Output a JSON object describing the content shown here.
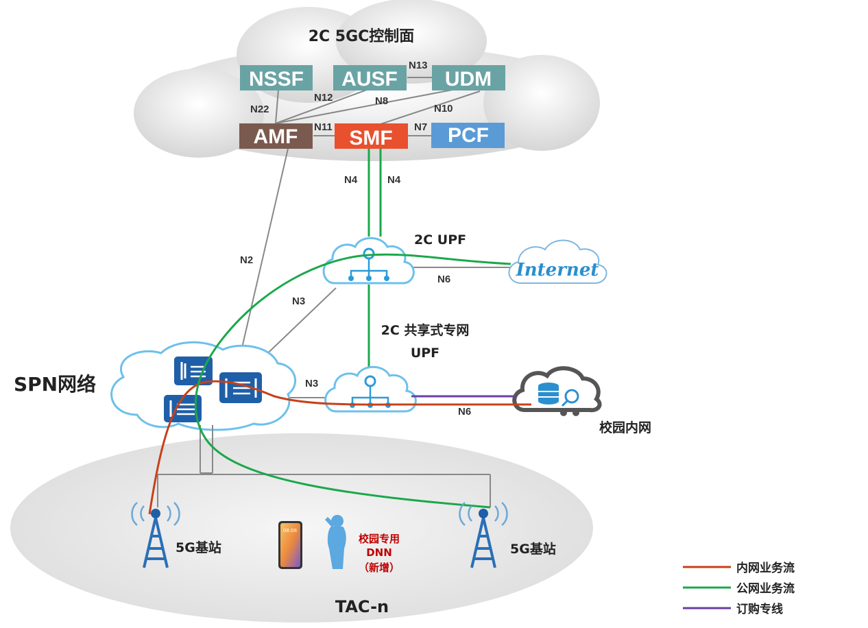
{
  "title": "2C 5GC控制面",
  "nf": {
    "nssf": "NSSF",
    "ausf": "AUSF",
    "udm": "UDM",
    "amf": "AMF",
    "smf": "SMF",
    "pcf": "PCF"
  },
  "interfaces": {
    "n13": "N13",
    "n12": "N12",
    "n8": "N8",
    "n10": "N10",
    "n22": "N22",
    "n11": "N11",
    "n7": "N7",
    "n4a": "N4",
    "n4b": "N4",
    "n2": "N2",
    "n3a": "N3",
    "n3b": "N3",
    "n6a": "N6",
    "n6b": "N6"
  },
  "upf_public": "2C UPF",
  "upf_shared_line1": "2C 共享式专网",
  "upf_shared_line2": "UPF",
  "internet": "Internet",
  "campus_intranet": "校园内网",
  "spn": "SPN网络",
  "base_station_left": "5G基站",
  "base_station_right": "5G基站",
  "dnn_line1": "校园专用",
  "dnn_line2": "DNN",
  "dnn_line3": "（新增）",
  "tac": "TAC-n",
  "legend": [
    {
      "label": "内网业务流",
      "color": "#c8401a"
    },
    {
      "label": "公网业务流",
      "color": "#1aa84a"
    },
    {
      "label": "订购专线",
      "color": "#6b3fa0"
    }
  ],
  "colors": {
    "nssf": "#6aa3a4",
    "ausf": "#6aa3a4",
    "udm": "#6aa3a4",
    "amf": "#7a5a4e",
    "smf": "#e8502e",
    "pcf": "#5b9bd5",
    "inner_flow": "#c8401a",
    "public_flow": "#1aa84a",
    "leased_line": "#6b3fa0"
  }
}
